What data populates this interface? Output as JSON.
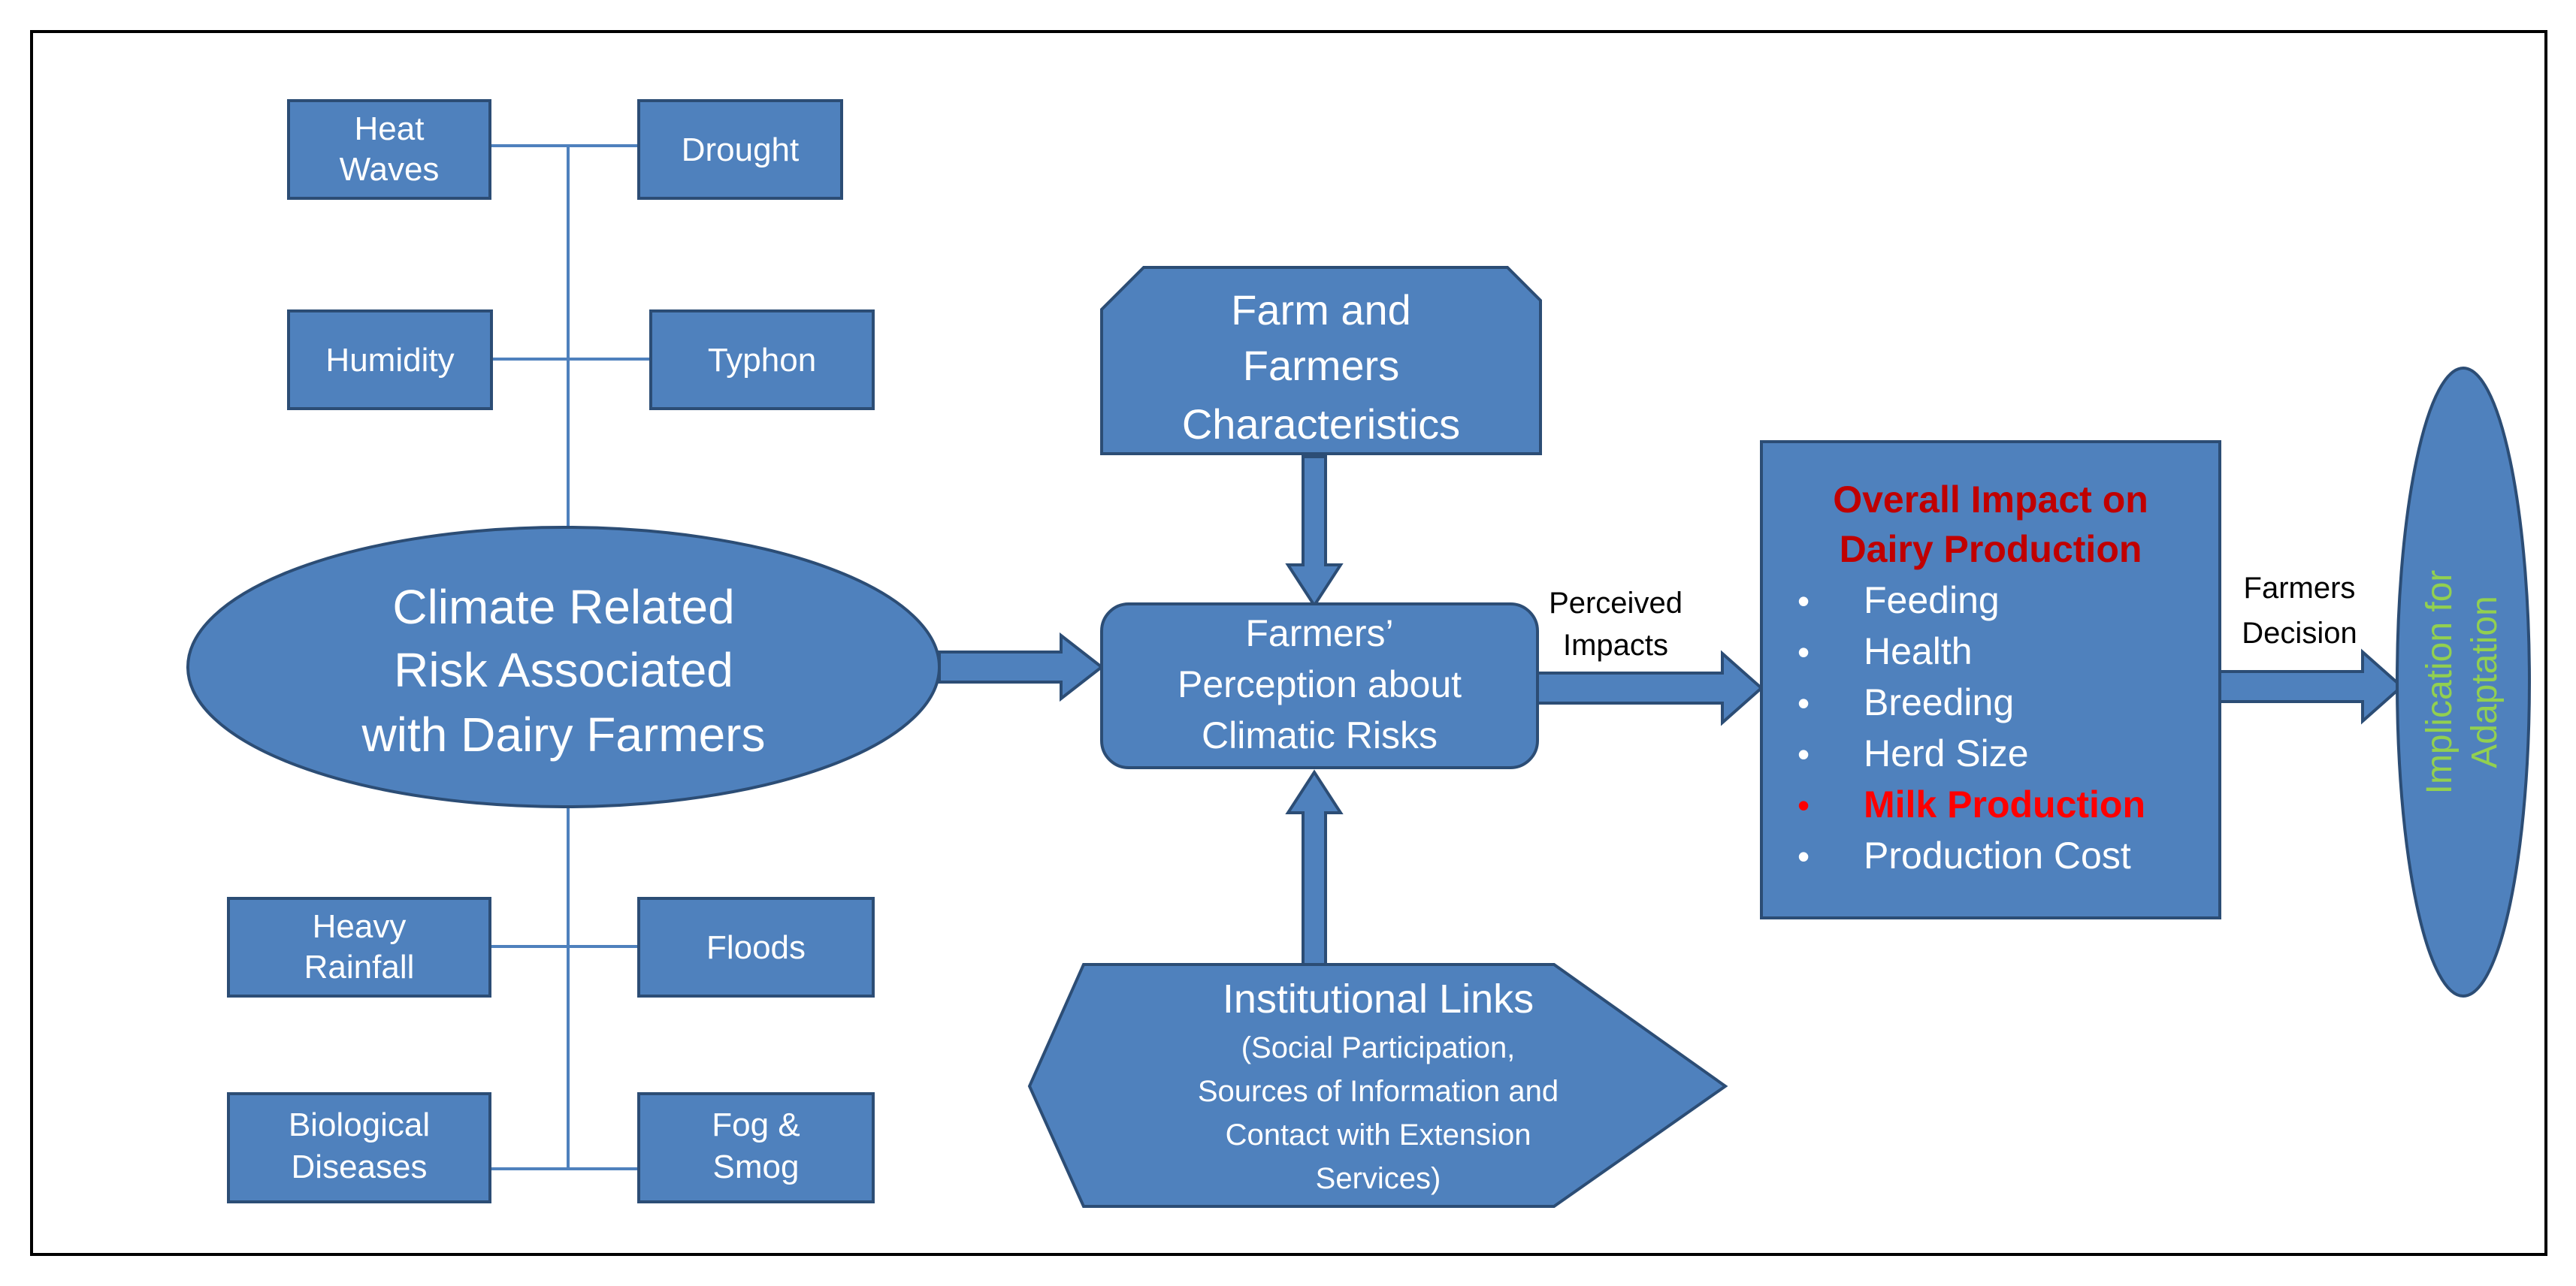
{
  "colors": {
    "box_fill": "#4F81BD",
    "box_stroke": "#2C4D75",
    "white_text": "#FFFFFF",
    "highlight_red": "#C00000",
    "bright_red": "#FF0000",
    "adaptation_green": "#92D050",
    "line_color": "#4F81BD",
    "frame": "#000000"
  },
  "risk_factors": {
    "heat_waves": [
      "Heat",
      "Waves"
    ],
    "drought": [
      "Drought"
    ],
    "humidity": [
      "Humidity"
    ],
    "typhon": [
      "Typhon"
    ],
    "heavy_rainfall": [
      "Heavy",
      "Rainfall"
    ],
    "floods": [
      "Floods"
    ],
    "biological_diseases": [
      "Biological",
      "Diseases"
    ],
    "fog_smog": [
      "Fog &",
      "Smog"
    ]
  },
  "climate_risk": [
    "Climate Related",
    "Risk Associated",
    "with Dairy Farmers"
  ],
  "farm_characteristics": [
    "Farm and",
    "Farmers",
    "Characteristics"
  ],
  "perception": [
    "Farmers’",
    "Perception about",
    "Climatic Risks"
  ],
  "institutional": {
    "title": "Institutional Links",
    "details": [
      "(Social Participation,",
      "Sources of Information  and",
      "Contact with Extension",
      "Services)"
    ]
  },
  "impact": {
    "title": [
      "Overall Impact on",
      "Dairy Production"
    ],
    "bullet": "•",
    "items": [
      {
        "label": "Feeding",
        "highlight": false
      },
      {
        "label": "Health",
        "highlight": false
      },
      {
        "label": "Breeding",
        "highlight": false
      },
      {
        "label": "Herd Size",
        "highlight": false
      },
      {
        "label": "Milk Production",
        "highlight": true
      },
      {
        "label": "Production Cost",
        "highlight": false
      }
    ]
  },
  "arrow_labels": {
    "perceived_impacts": [
      "Perceived",
      "Impacts"
    ],
    "farmers_decision": [
      "Farmers",
      "Decision"
    ]
  },
  "adaptation": [
    "Implication for",
    "Adaptation"
  ]
}
